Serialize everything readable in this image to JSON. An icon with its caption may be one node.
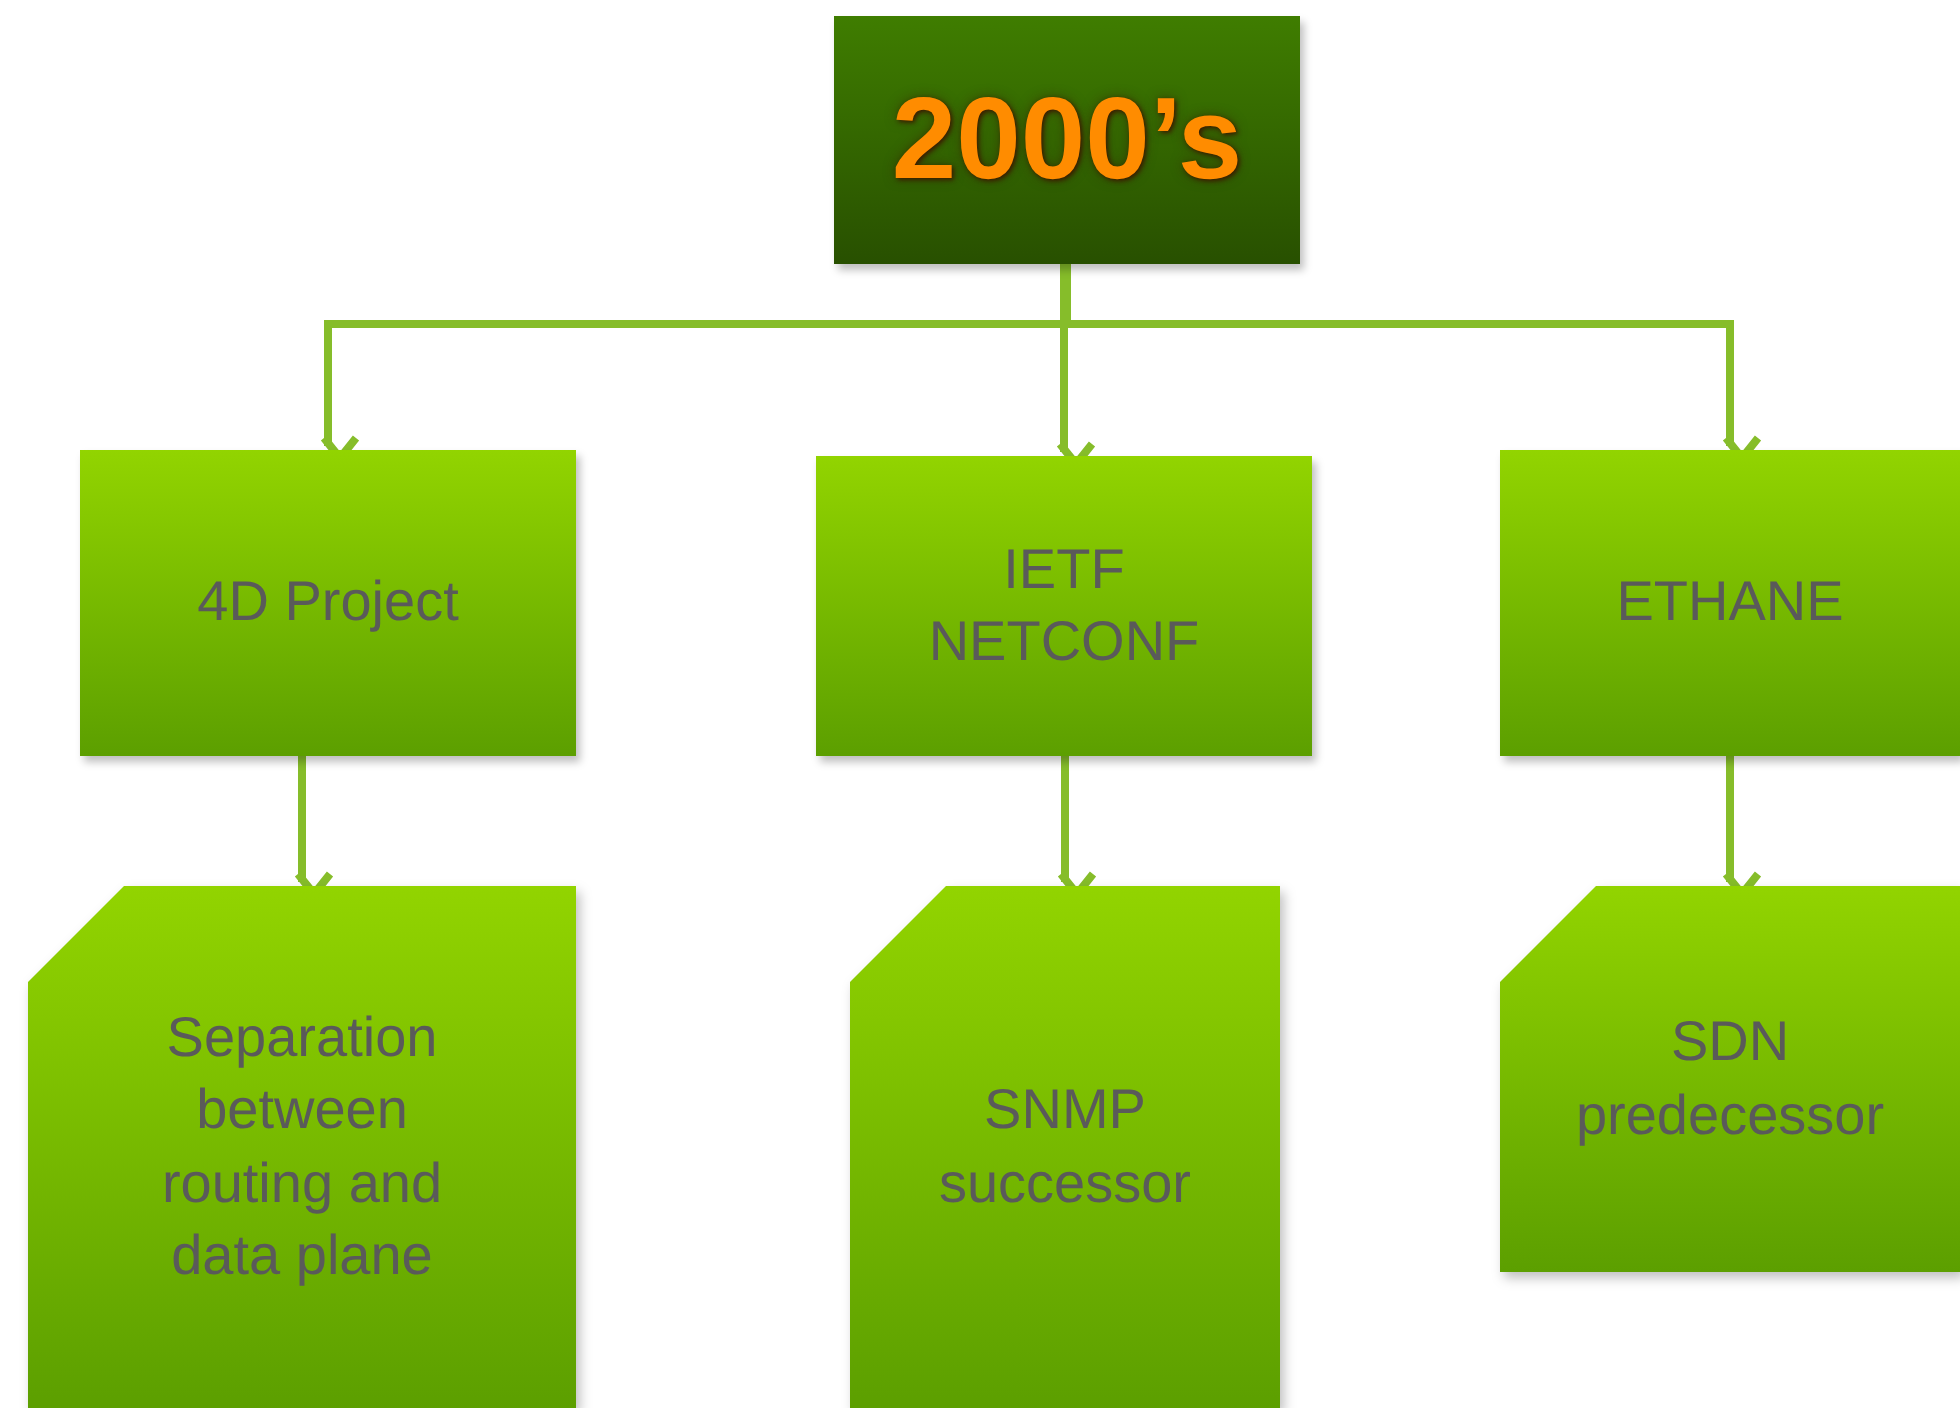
{
  "diagram": {
    "nodes": [
      {
        "text": [
          "2000’s"
        ]
      },
      {
        "text": [
          "4D Project"
        ]
      },
      {
        "text": [
          "IETF NETCONF"
        ]
      },
      {
        "text": [
          "ETHANE"
        ]
      },
      {
        "text": [
          "Separation between routing and data plane"
        ]
      },
      {
        "text": [
          "SNMP successor"
        ]
      },
      {
        "text": [
          "SDN predecessor"
        ]
      }
    ],
    "edges": [
      {
        "from": 0,
        "to": 1,
        "arrow": "to"
      },
      {
        "from": 0,
        "to": 2,
        "arrow": "to"
      },
      {
        "from": 0,
        "to": 3,
        "arrow": "to"
      },
      {
        "from": 1,
        "to": 4,
        "arrow": "to"
      },
      {
        "from": 2,
        "to": 5,
        "arrow": "to"
      },
      {
        "from": 3,
        "to": 6,
        "arrow": "to"
      }
    ]
  }
}
